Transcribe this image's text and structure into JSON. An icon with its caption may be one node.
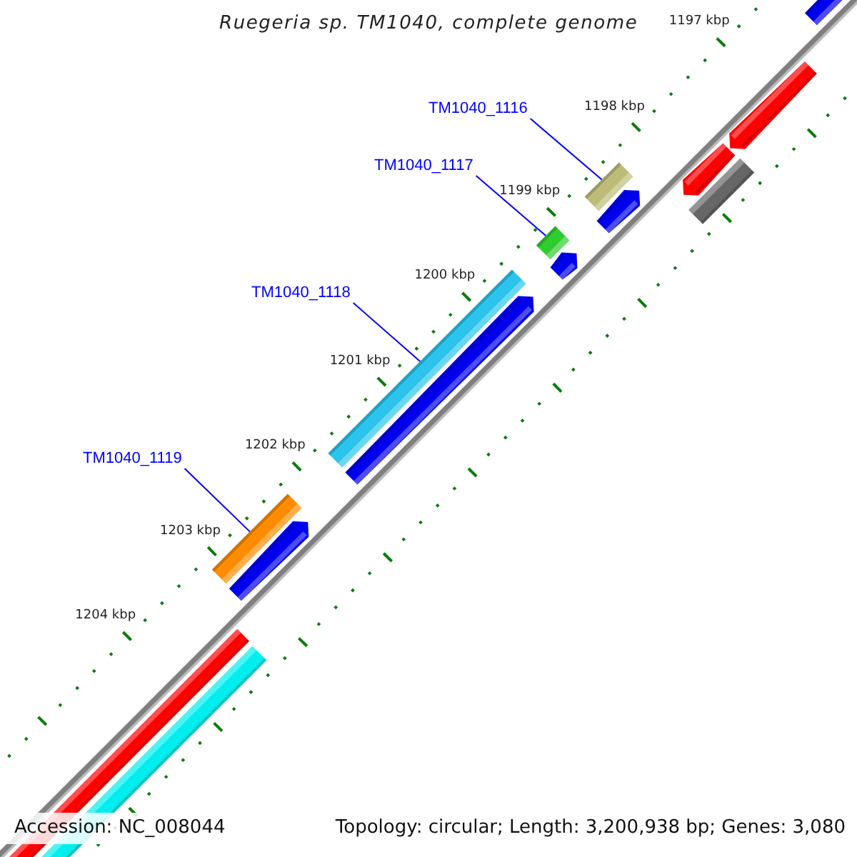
{
  "diagram": {
    "title": "Ruegeria sp. TM1040, complete genome",
    "nodes": [
      {
        "text": [
          "TM1040_1116"
        ]
      },
      {
        "text": [],
        "shape": "bar"
      },
      {
        "text": [
          "TM1040_1117"
        ]
      },
      {
        "text": [],
        "shape": "bar"
      },
      {
        "text": [
          "TM1040_1118"
        ]
      },
      {
        "text": [],
        "shape": "bar"
      },
      {
        "text": [
          "TM1040_1119"
        ]
      },
      {
        "text": [],
        "shape": "bar"
      }
    ],
    "edges": [
      {
        "from": 0,
        "to": 1,
        "arrow": "none"
      },
      {
        "from": 2,
        "to": 3,
        "arrow": "none"
      },
      {
        "from": 4,
        "to": 5,
        "arrow": "none"
      },
      {
        "from": 6,
        "to": 7,
        "arrow": "none"
      }
    ],
    "labels": [
      "1197 kbp",
      "1198 kbp",
      "1199 kbp",
      "1200 kbp",
      "1201 kbp",
      "1202 kbp",
      "1203 kbp",
      "1204 kbp",
      "Accession: NC_008044",
      "Topology: circular; Length: 3,200,938 bp; Genes: 3,080"
    ]
  }
}
